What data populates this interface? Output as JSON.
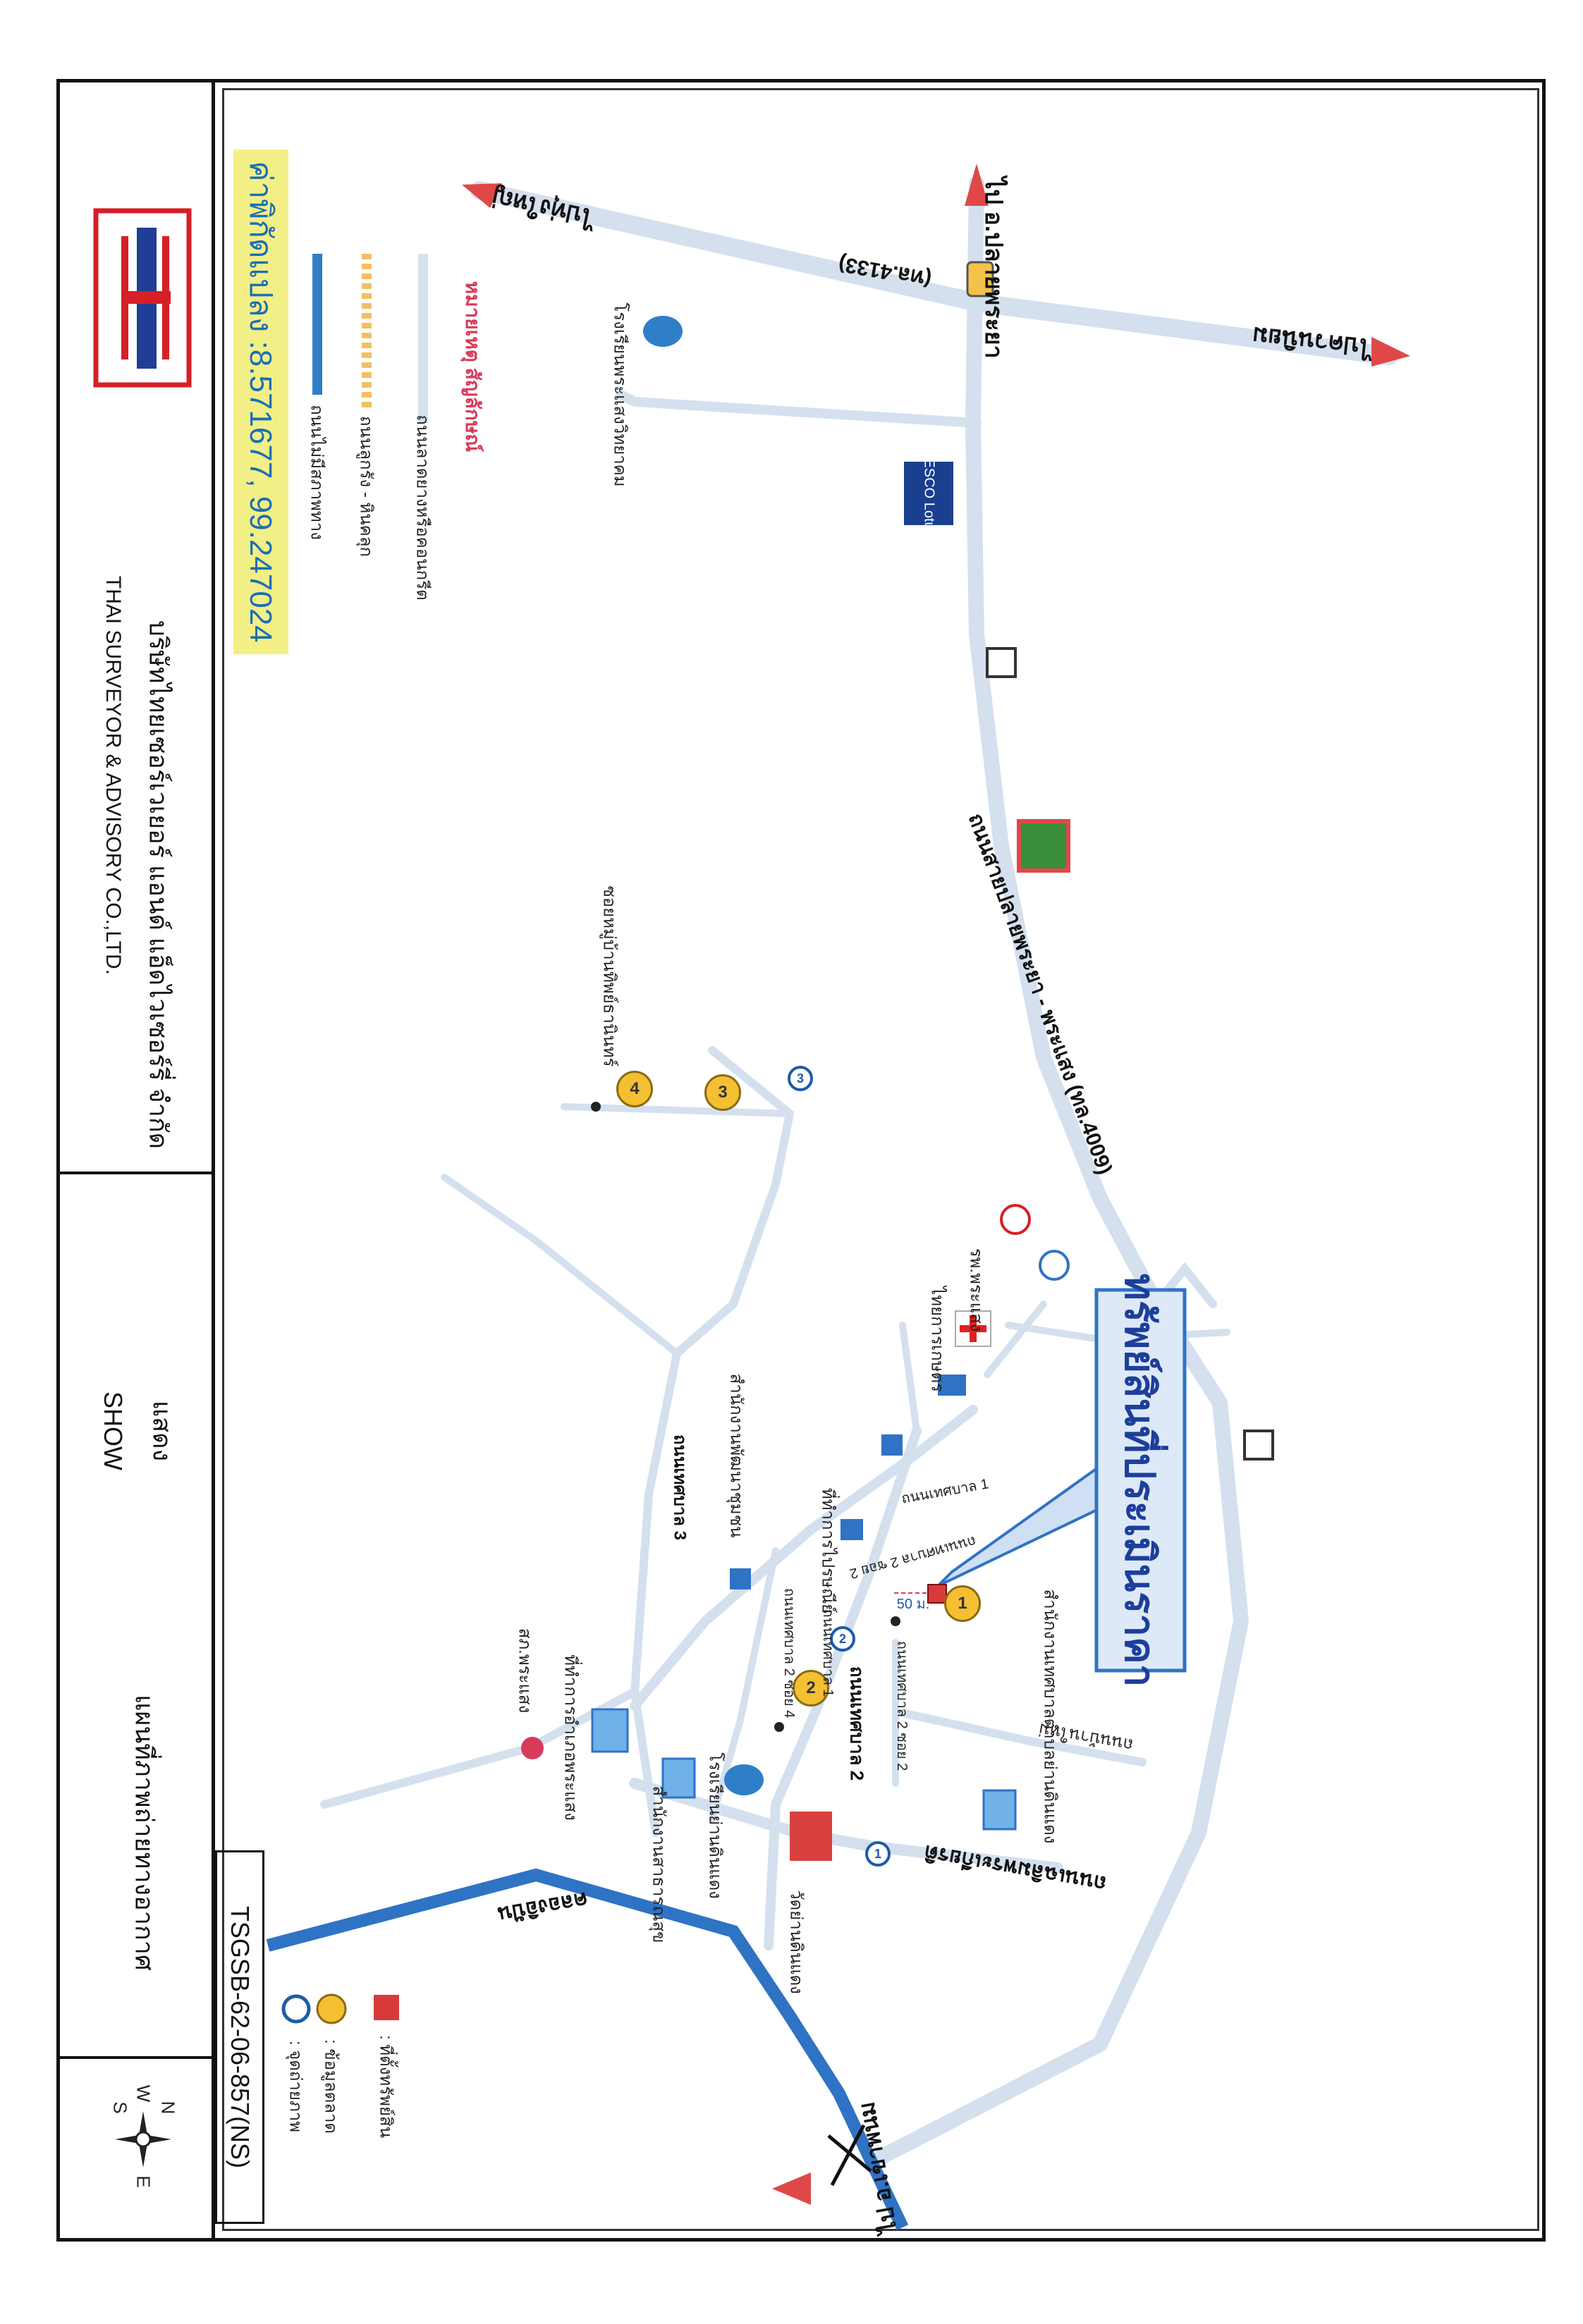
{
  "title_block": {
    "company_th": "บริษัทไทยเซอร์เวเยอร์ แอนด์ แอ็ดไวเซอร์รี่ จำกัด",
    "company_en": "THAI SURVEYOR & ADVISORY CO.,LTD.",
    "show_th": "แสดง",
    "show_en": "SHOW",
    "map_title": "แผนที่ภาพถ่ายทางอากาศ",
    "report_id": "TSGSB-62-06-857(NS)",
    "compass": {
      "n": "N",
      "s": "S",
      "e": "E",
      "w": "W"
    }
  },
  "coordinates": "ค่าพิกัดแปลง :8.571677, 99.247024",
  "legend_notes": {
    "title": "หมายเหตุ สัญลักษณ์",
    "items": [
      "ถนนลาดยางหรือคอนกรีต",
      "ถนนลูกรัง - หินคลุก",
      "ถนนไม่มีสภาพทาง"
    ],
    "colors": [
      "#d6e2ef",
      "#f0c064",
      "#2f7fc8"
    ]
  },
  "legend_symbols": [
    {
      "icon": "red-square-icon",
      "label": ": ที่ตั้งทรัพย์สิน"
    },
    {
      "icon": "orange-circle-icon",
      "label": ": ข้อมูลตลาด"
    },
    {
      "icon": "photo-point-icon",
      "label": ": จุดถ่ายภาพ"
    }
  ],
  "subject_label": "ทรัพย์สินที่ประเมินราคา",
  "directions": {
    "up": "ไป อ.ปลายพระยา",
    "left": "ไปทุ่งใหญ่",
    "right": "ไปควนนิยม",
    "bottom": "ไป อ.เขาพนม"
  },
  "road_labels": {
    "road_4133": "(ทล.4133)",
    "main_road": "ถนนสายปลายพระยา - พระแสง (ทล.4009)",
    "chaloem": "ถนนเฉลิมพระเกียรติ",
    "ban_mai": "ถนนบ้านใหม่",
    "tessaban2": "ถนนเทศบาล 2",
    "tessaban2_soi2": "ถนนเทศบาล 2 ซอย 2",
    "tessaban2_soi2b": "ถนนเทศบาล 2 ซอย 2",
    "tessaban2_soi4": "ถนนเทศบาล 2 ซอย 4",
    "tessaban3": "ถนนเทศบาล 3",
    "tessaban1": "ถนนเทศบาล 1",
    "tessaban1b": "ถนนเทศบาล 1",
    "canal": "คลองอิปัน",
    "soi_moo": "ซอยหมู่บ้านทิพย์ธานินทร์"
  },
  "places": {
    "school1": "โรงเรียนพระแสงวิทยาคม",
    "hospital": "รพ.พระแสง",
    "bank": "ไทยการเกษตร",
    "office1": "สำนักงานเทศบาลตำบลย่านดินแดง",
    "office2": "ที่ทำการไปรษณีย์",
    "office3": "สำนักงานพัฒนาชุมชน",
    "district_office": "ที่ทำการอำเภอพระแสง",
    "police": "สภ.พระแสง",
    "school2": "โรงเรียนย่านดินแดง",
    "office4": "สำนักงานสาธารณสุข",
    "temple": "วัดย่านดินแดง",
    "tesco": "TESCO Lotus"
  },
  "distance": "50 ม."
}
